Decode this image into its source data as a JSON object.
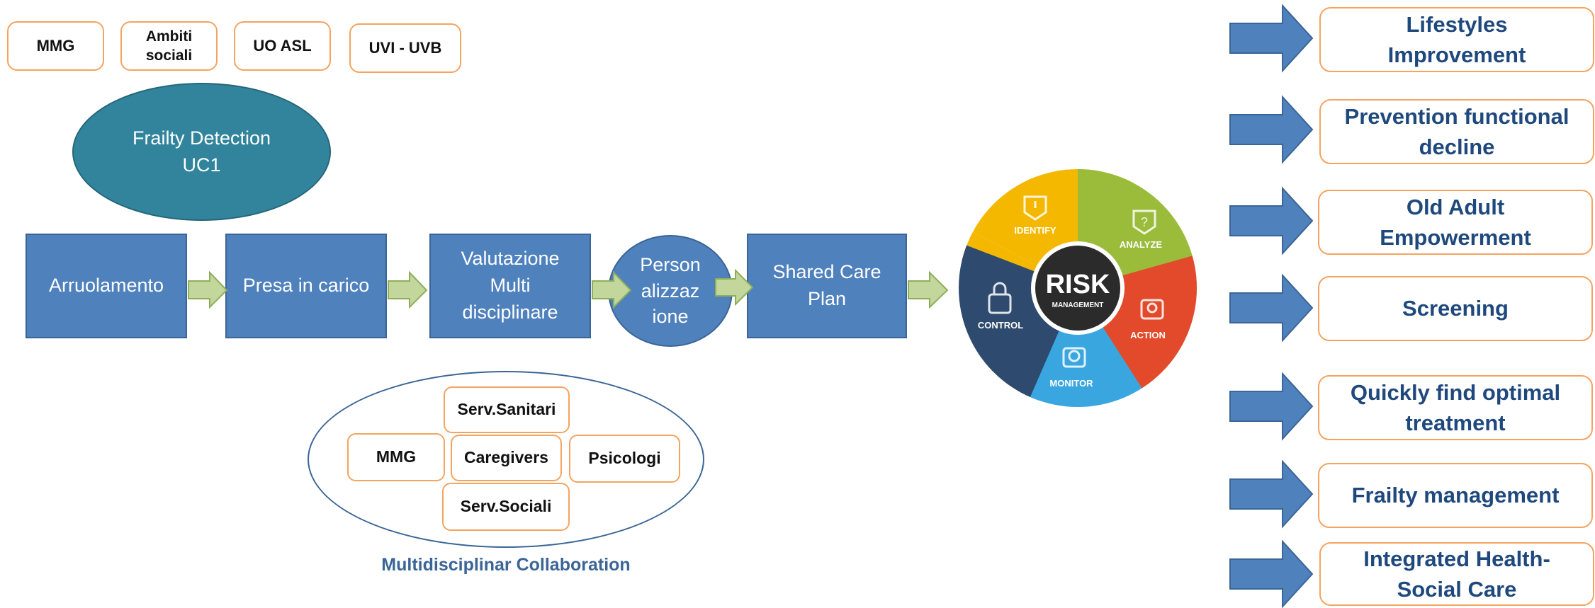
{
  "top_tags": [
    "MMG",
    "Ambiti\nsociali",
    "UO ASL",
    "UVI - UVB"
  ],
  "frailty": {
    "line1": "Frailty Detection",
    "line2": "UC1"
  },
  "process": {
    "arruolamento": "Arruolamento",
    "presa": "Presa in carico",
    "valutazione": "Valutazione\nMulti\ndisciplinare",
    "personalizzazione": "Person\nalizzaz\nione",
    "shared": "Shared Care\nPlan"
  },
  "risk": {
    "center_big": "RISK",
    "center_small": "MANAGEMENT",
    "segments": [
      "IDENTIFY",
      "ANALYZE",
      "ACTION",
      "MONITOR",
      "CONTROL"
    ],
    "colors": {
      "identify": "#f5b800",
      "analyze": "#9bbb3b",
      "action": "#e24a2b",
      "monitor": "#3aa6e0",
      "control": "#2e4a6e"
    }
  },
  "collab": {
    "sanitari": "Serv.Sanitari",
    "mmg": "MMG",
    "caregivers": "Caregivers",
    "psicologi": "Psicologi",
    "sociali": "Serv.Sociali",
    "caption": "Multidisciplinar Collaboration"
  },
  "outcomes": [
    "Lifestyles\nImprovement",
    "Prevention functional\ndecline",
    "Old Adult\nEmpowerment",
    "Screening",
    "Quickly find optimal\ntreatment",
    "Frailty management",
    "Integrated Health-\nSocial Care"
  ],
  "colors": {
    "box_blue": "#4f81bd",
    "teal": "#31849b",
    "tag_border": "#f4a460",
    "outcome_text": "#1f497d",
    "green_arrow": "#c3d69b"
  }
}
